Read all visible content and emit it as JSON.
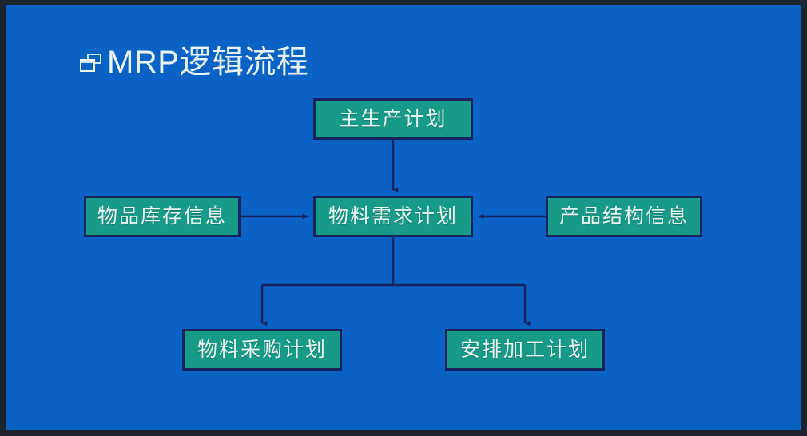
{
  "slide": {
    "title": "MRP逻辑流程",
    "bullet_icon": "cascading-windows-icon",
    "background_color": "#0a62c4",
    "frame_color": "#1c2430",
    "node_fill_color": "#179a88",
    "node_border_color": "#16235e",
    "connector_color": "#16235e",
    "title_color": "#eaf4ff"
  },
  "diagram": {
    "type": "flowchart",
    "nodes": [
      {
        "id": "mps",
        "label": "主生产计划",
        "row": "top"
      },
      {
        "id": "inventory",
        "label": "物品库存信息",
        "row": "middle-left"
      },
      {
        "id": "mrp",
        "label": "物料需求计划",
        "row": "middle-center"
      },
      {
        "id": "bom",
        "label": "产品结构信息",
        "row": "middle-right"
      },
      {
        "id": "purchase",
        "label": "物料采购计划",
        "row": "bottom-left"
      },
      {
        "id": "production",
        "label": "安排加工计划",
        "row": "bottom-right"
      }
    ],
    "edges": [
      {
        "from": "mps",
        "to": "mrp",
        "direction": "down"
      },
      {
        "from": "inventory",
        "to": "mrp",
        "direction": "right"
      },
      {
        "from": "bom",
        "to": "mrp",
        "direction": "left"
      },
      {
        "from": "mrp",
        "to": "purchase",
        "direction": "down-branch-left"
      },
      {
        "from": "mrp",
        "to": "production",
        "direction": "down-branch-right"
      }
    ]
  }
}
